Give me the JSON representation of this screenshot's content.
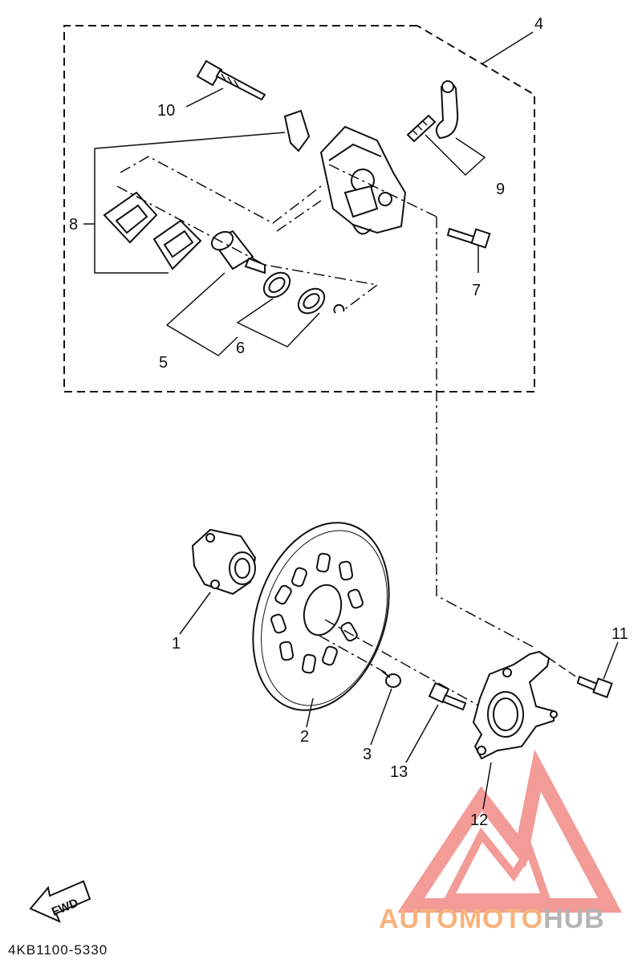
{
  "callouts": {
    "c1": "1",
    "c2": "2",
    "c3": "3",
    "c4": "4",
    "c5": "5",
    "c6": "6",
    "c7": "7",
    "c8": "8",
    "c9": "9",
    "c10": "10",
    "c11": "11",
    "c12": "12",
    "c13": "13"
  },
  "fwd_label": "FWD",
  "part_code": "4KB1100-5330",
  "watermark": {
    "part1": "AUTOMOTO",
    "part2": "HUB",
    "color1": "#f7b27a",
    "color2": "#b5b5b5",
    "logo_color": "#f08a85"
  }
}
